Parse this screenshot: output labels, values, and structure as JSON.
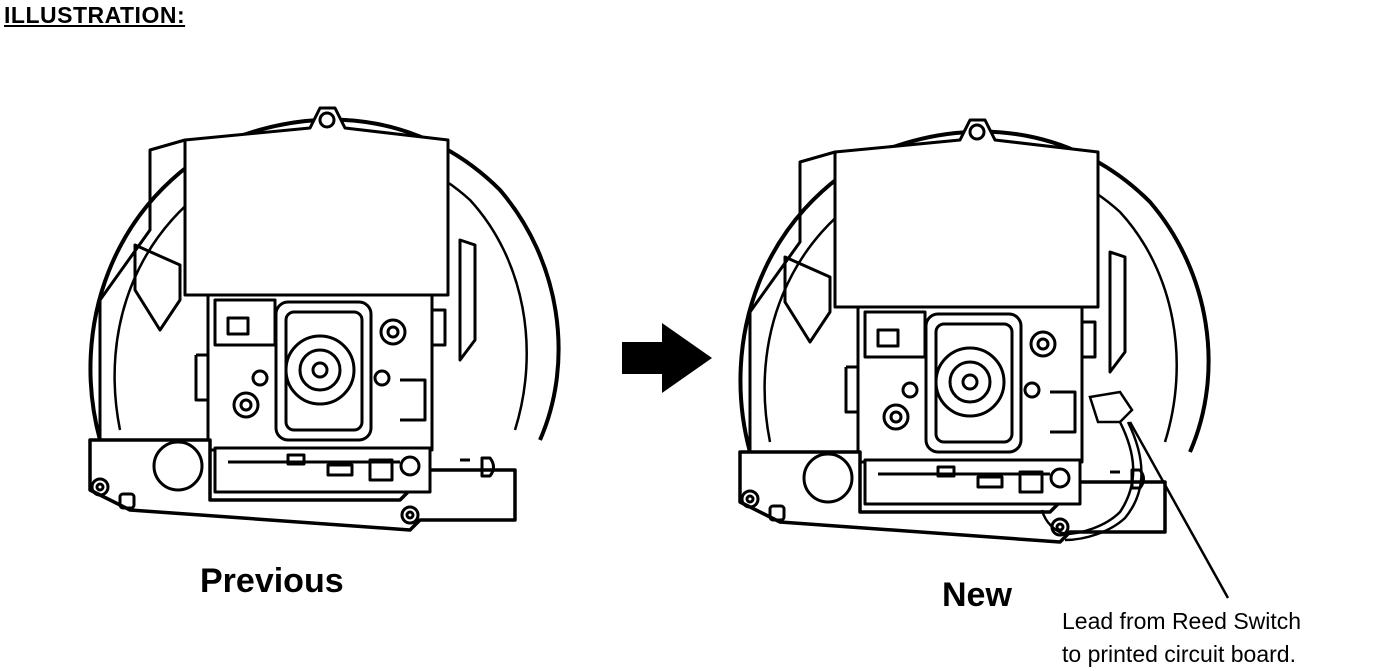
{
  "heading": "ILLUSTRATION:",
  "labels": {
    "previous": "Previous",
    "new": "New"
  },
  "callout": {
    "line1": "Lead from Reed Switch",
    "line2": "to printed circuit board."
  },
  "icons": {
    "arrow": "right-arrow-icon"
  }
}
